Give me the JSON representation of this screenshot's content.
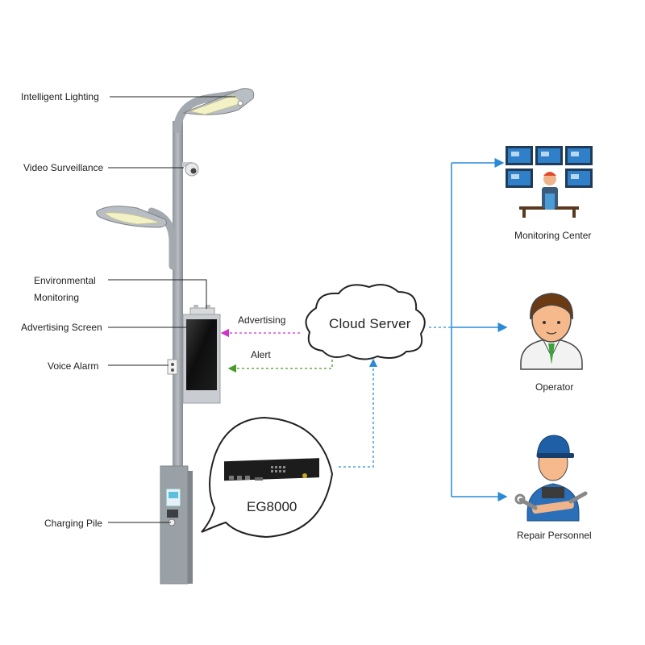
{
  "pole_components": {
    "intelligent_lighting": "Intelligent Lighting",
    "video_surveillance": "Video Surveillance",
    "environmental_monitoring_line1": "Environmental",
    "environmental_monitoring_line2": "Monitoring",
    "advertising_screen": "Advertising Screen",
    "voice_alarm": "Voice Alarm",
    "charging_pile": "Charging Pile"
  },
  "flows": {
    "advertising": "Advertising",
    "alert": "Alert"
  },
  "cloud": {
    "label": "Cloud Server"
  },
  "gateway": {
    "label": "EG8000"
  },
  "endpoints": {
    "monitoring_center": "Monitoring Center",
    "operator": "Operator",
    "repair_personnel": "Repair Personnel"
  },
  "colors": {
    "advertising_line": "#cc33cc",
    "alert_line": "#4a9a2a",
    "network_line": "#2a8ad6",
    "pole": "#9aa1a6"
  }
}
